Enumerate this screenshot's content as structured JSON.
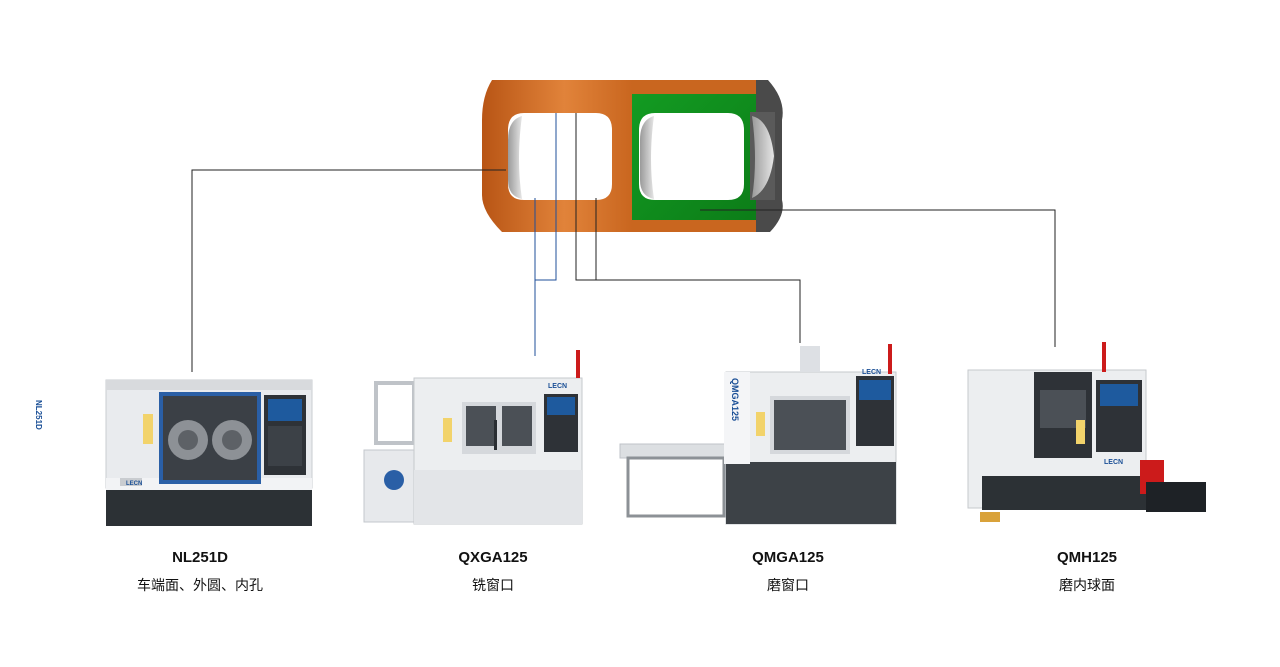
{
  "colors": {
    "part_orange": "#c8631c",
    "part_orange_light": "#e58a3a",
    "part_green": "#0f8a1c",
    "part_grey": "#4a4a4a",
    "leader_black": "#222222",
    "leader_blue": "#1f4f9a",
    "machine_white": "#eef0f2",
    "machine_dark": "#2f3438",
    "screen_blue": "#1e5a9e",
    "accent_red": "#cc1b1b"
  },
  "machines": [
    {
      "model": "NL251D",
      "operation": "车端面、外圆、内孔",
      "logo": "LECN",
      "side_text": "NL251D"
    },
    {
      "model": "QXGA125",
      "operation": "铣窗口",
      "logo": "LECN",
      "side_text": ""
    },
    {
      "model": "QMGA125",
      "operation": "磨窗口",
      "logo": "LECN",
      "side_text": "QMGA125"
    },
    {
      "model": "QMH125",
      "operation": "磨内球面",
      "logo": "LECN",
      "side_text": ""
    }
  ]
}
